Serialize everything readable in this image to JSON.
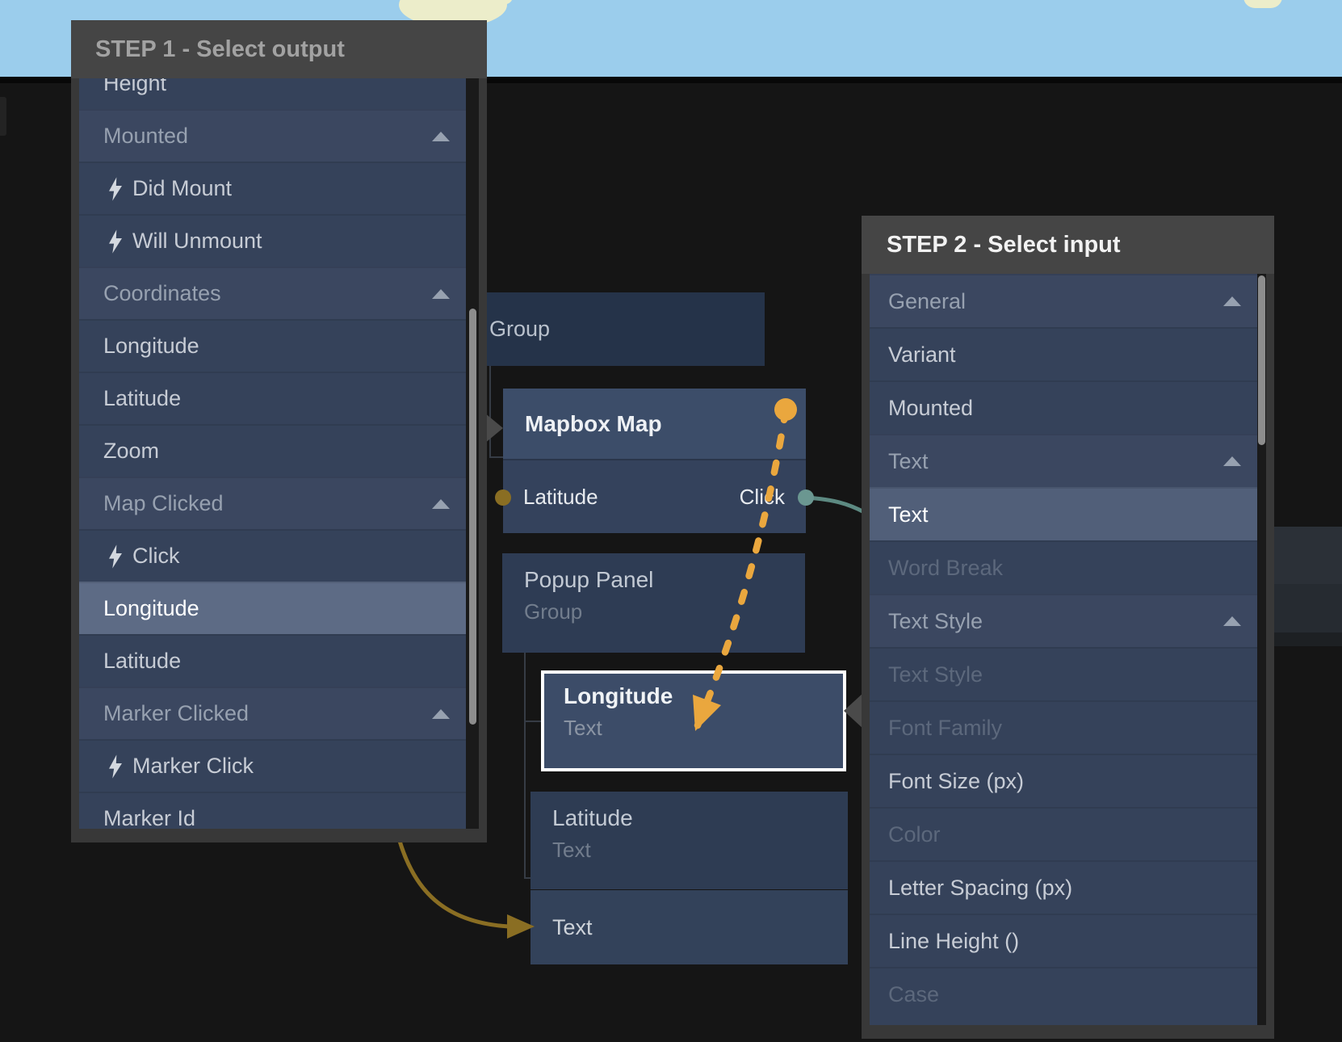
{
  "step1": {
    "title": "STEP 1 - Select output",
    "items": [
      {
        "label": "Height",
        "type": "item"
      },
      {
        "label": "Mounted",
        "type": "category",
        "icon": "triangle-up"
      },
      {
        "label": "Did Mount",
        "type": "event",
        "icon": "lightning-bolt"
      },
      {
        "label": "Will Unmount",
        "type": "event",
        "icon": "lightning-bolt"
      },
      {
        "label": "Coordinates",
        "type": "category",
        "icon": "triangle-up"
      },
      {
        "label": "Longitude",
        "type": "item"
      },
      {
        "label": "Latitude",
        "type": "item"
      },
      {
        "label": "Zoom",
        "type": "item"
      },
      {
        "label": "Map Clicked",
        "type": "category",
        "icon": "triangle-up"
      },
      {
        "label": "Click",
        "type": "event",
        "icon": "lightning-bolt"
      },
      {
        "label": "Longitude",
        "type": "selected"
      },
      {
        "label": "Latitude",
        "type": "item"
      },
      {
        "label": "Marker Clicked",
        "type": "category",
        "icon": "triangle-up"
      },
      {
        "label": "Marker Click",
        "type": "event",
        "icon": "lightning-bolt"
      },
      {
        "label": "Marker Id",
        "type": "item"
      }
    ]
  },
  "step2": {
    "title": "STEP 2 - Select input",
    "items": [
      {
        "label": "General",
        "type": "category",
        "icon": "triangle-up"
      },
      {
        "label": "Variant",
        "type": "item"
      },
      {
        "label": "Mounted",
        "type": "item"
      },
      {
        "label": "Text",
        "type": "category",
        "icon": "triangle-up"
      },
      {
        "label": "Text",
        "type": "selected"
      },
      {
        "label": "Word Break",
        "type": "disabled"
      },
      {
        "label": "Text Style",
        "type": "category",
        "icon": "triangle-up"
      },
      {
        "label": "Text Style",
        "type": "disabled"
      },
      {
        "label": "Font Family",
        "type": "disabled"
      },
      {
        "label": "Font Size (px)",
        "type": "item"
      },
      {
        "label": "Color",
        "type": "disabled"
      },
      {
        "label": "Letter Spacing (px)",
        "type": "item"
      },
      {
        "label": "Line Height ()",
        "type": "item"
      },
      {
        "label": "Case",
        "type": "disabled"
      }
    ]
  },
  "nodes": {
    "group": {
      "title": "Group"
    },
    "mapbox": {
      "title": "Mapbox Map",
      "port_left": "Latitude",
      "port_right": "Click"
    },
    "popup": {
      "title": "Popup Panel",
      "subtitle": "Group"
    },
    "longitude": {
      "title": "Longitude",
      "subtitle": "Text",
      "selected": true
    },
    "latitude": {
      "title": "Latitude",
      "subtitle": "Text"
    },
    "text": {
      "title": "Text"
    }
  },
  "colors": {
    "map_water": "#9bcdec",
    "map_land": "#ecedca",
    "canvas_bg": "#151515",
    "panel_header_bg": "#454545",
    "panel_frame": "#383838",
    "row_item_bg": "#35425a",
    "row_category_bg": "#3b4760",
    "row_selected_step1": "#5d6b85",
    "row_selected_step2": "#515f79",
    "drag_orange": "#eaa73e",
    "connection_teal": "#5d8a82",
    "teal_dot": "#6b9791",
    "connection_olive": "#8a6e23",
    "port_arrow_gray": "#4a4a4a",
    "hierarchy_line": "#363c45",
    "selection_border": "#ffffff"
  }
}
